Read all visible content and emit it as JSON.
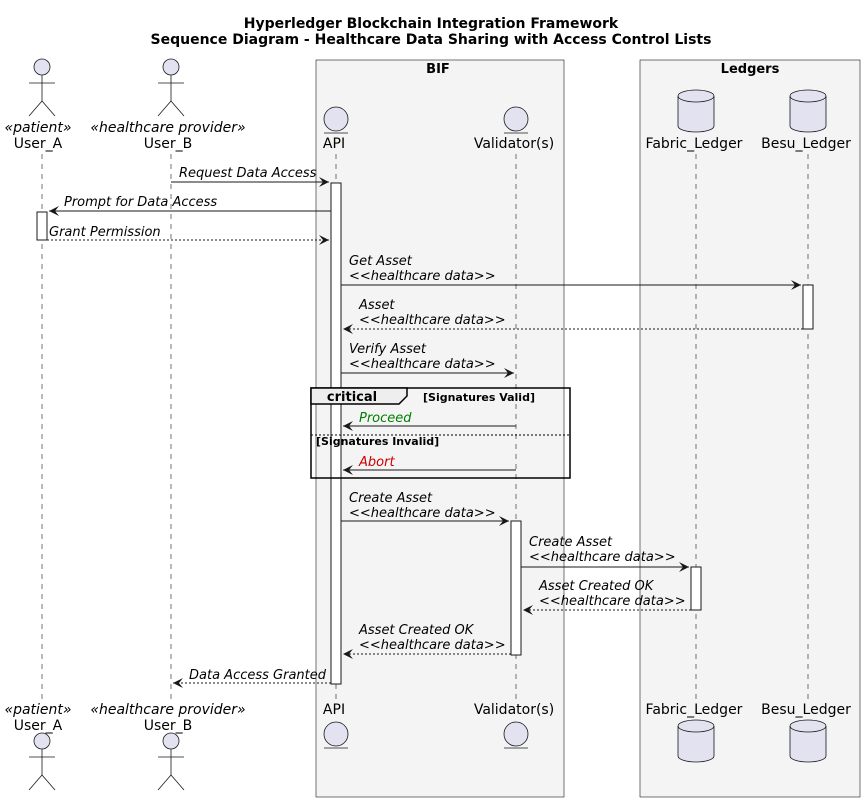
{
  "diagram": {
    "title_line1": "Hyperledger Blockchain Integration Framework",
    "title_line2": "Sequence Diagram - Healthcare Data Sharing with Access Control Lists",
    "boxes": {
      "bif": "BIF",
      "ledgers": "Ledgers"
    },
    "participants": {
      "user_a": {
        "name": "User_A",
        "stereotype": "«patient»"
      },
      "user_b": {
        "name": "User_B",
        "stereotype": "«healthcare provider»"
      },
      "api": {
        "name": "API"
      },
      "validators": {
        "name": "Validator(s)"
      },
      "fabric": {
        "name": "Fabric_Ledger"
      },
      "besu": {
        "name": "Besu_Ledger"
      }
    },
    "messages": {
      "m1": "Request Data Access",
      "m2": "Prompt for Data Access",
      "m3": "Grant Permission",
      "m4_l1": "Get Asset",
      "m4_l2": "<<healthcare data>>",
      "m5_l1": "Asset",
      "m5_l2": "<<healthcare data>>",
      "m6_l1": "Verify Asset",
      "m6_l2": "<<healthcare data>>",
      "m7": "Proceed",
      "m8": "Abort",
      "m9_l1": "Create Asset",
      "m9_l2": "<<healthcare data>>",
      "m10_l1": "Create Asset",
      "m10_l2": "<<healthcare data>>",
      "m11_l1": "Asset Created OK",
      "m11_l2": "<<healthcare data>>",
      "m12_l1": "Asset Created OK",
      "m12_l2": "<<healthcare data>>",
      "m13": "Data Access Granted"
    },
    "fragment": {
      "operator": "critical",
      "guard1": "[Signatures Valid]",
      "guard2": "[Signatures Invalid]"
    },
    "colors": {
      "proceed": "#008000",
      "abort": "#cc0000",
      "actor_fill": "#e2e2f0",
      "group_fill": "#f4f4f4"
    }
  }
}
